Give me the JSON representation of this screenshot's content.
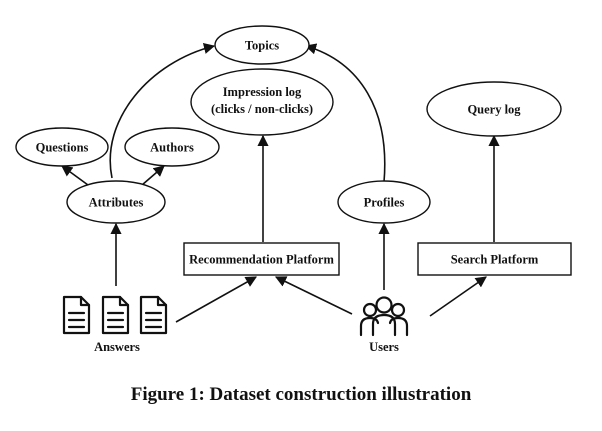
{
  "nodes": {
    "topics": "Topics",
    "impression_log_line1": "Impression log",
    "impression_log_line2": "(clicks / non-clicks)",
    "query_log": "Query log",
    "questions": "Questions",
    "authors": "Authors",
    "attributes": "Attributes",
    "profiles": "Profiles",
    "recommendation_platform": "Recommendation Platform",
    "search_platform": "Search Platform",
    "answers": "Answers",
    "users": "Users"
  },
  "icons": {
    "answers": "document-icon",
    "users": "users-group-icon"
  },
  "caption": "Figure 1: Dataset construction illustration"
}
